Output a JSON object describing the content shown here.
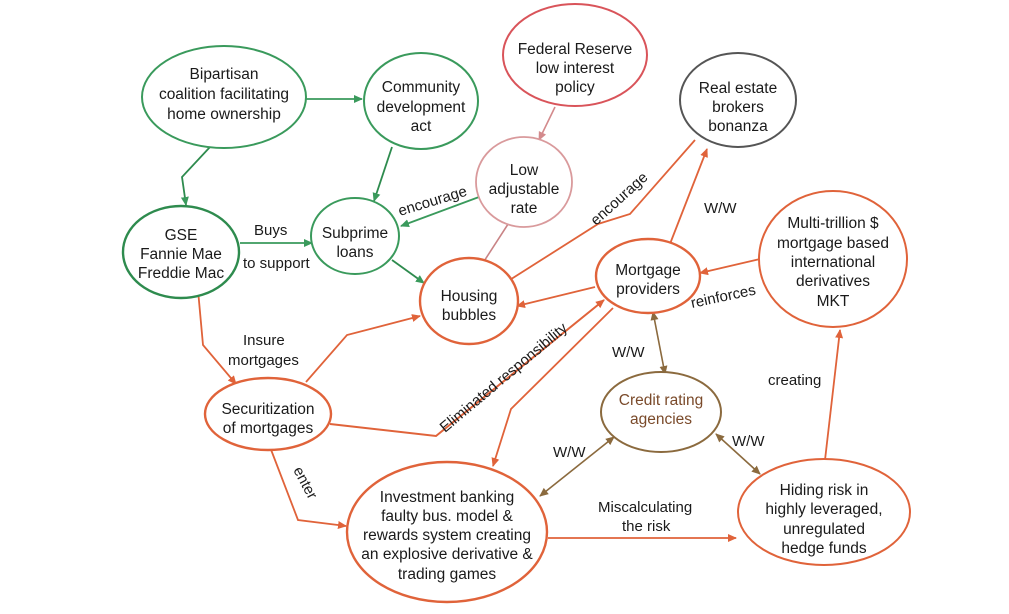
{
  "colors": {
    "green": "#3a9a5c",
    "green_dark": "#2e8b4e",
    "red": "#d9545a",
    "pink": "#d99a9c",
    "gray": "#555555",
    "orange": "#e0633a",
    "brown": "#8b6a3e",
    "brown_text": "#7a4a2a"
  },
  "nodes": {
    "bipartisan": {
      "lines": [
        "Bipartisan",
        "coalition facilitating",
        "home ownership"
      ]
    },
    "community": {
      "lines": [
        "Community",
        "development",
        "act"
      ]
    },
    "federal": {
      "lines": [
        "Federal Reserve",
        "low interest",
        "policy"
      ]
    },
    "realestate": {
      "lines": [
        "Real estate",
        "brokers",
        "bonanza"
      ]
    },
    "lowrate": {
      "lines": [
        "Low",
        "adjustable",
        "rate"
      ]
    },
    "gse": {
      "lines": [
        "GSE",
        "Fannie Mae",
        "Freddie Mac"
      ]
    },
    "subprime": {
      "lines": [
        "Subprime",
        "loans"
      ]
    },
    "housing": {
      "lines": [
        "Housing",
        "bubbles"
      ]
    },
    "mortgage": {
      "lines": [
        "Mortgage",
        "providers"
      ]
    },
    "multitrillion": {
      "lines": [
        "Multi-trillion $",
        "mortgage based",
        "international",
        "derivatives",
        "MKT"
      ]
    },
    "securitization": {
      "lines": [
        "Securitization",
        "of mortgages"
      ]
    },
    "credit": {
      "lines": [
        "Credit rating",
        "agencies"
      ]
    },
    "investment": {
      "lines": [
        "Investment banking",
        "faulty bus. model &",
        "rewards system creating",
        "an explosive derivative &",
        "trading games"
      ]
    },
    "hiding": {
      "lines": [
        "Hiding risk in",
        "highly leveraged,",
        "unregulated",
        "hedge funds"
      ]
    }
  },
  "edge_labels": {
    "buys": "Buys",
    "to_support": "to support",
    "encourage_1": "encourage",
    "encourage_2": "encourage",
    "ww_realestate": "W/W",
    "reinforces": "reinforces",
    "insure_1": "Insure",
    "insure_2": "mortgages",
    "eliminated": "Eliminated responsibility",
    "ww_mortgage_credit": "W/W",
    "creating": "creating",
    "ww_invest_credit": "W/W",
    "ww_credit_hiding": "W/W",
    "enter": "enter",
    "miscalc_1": "Miscalculating",
    "miscalc_2": "the risk"
  }
}
